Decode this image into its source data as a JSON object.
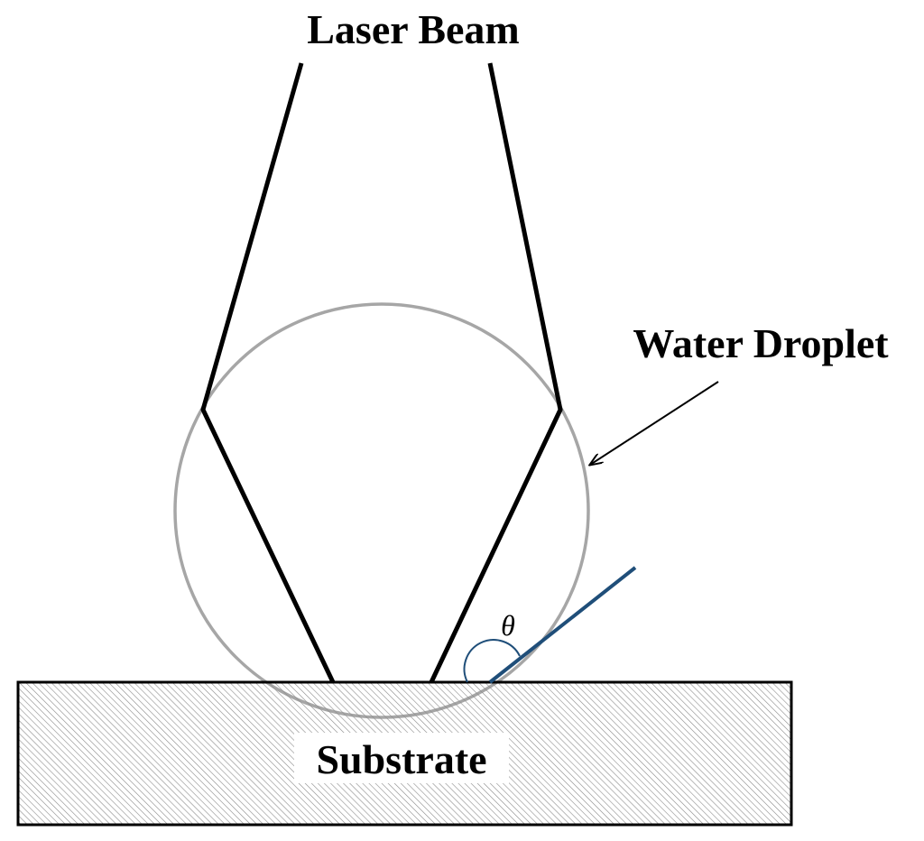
{
  "labels": {
    "laser_beam": "Laser Beam",
    "water_droplet": "Water Droplet",
    "substrate": "Substrate",
    "contact_angle": "θ"
  },
  "colors": {
    "beam": "#000000",
    "droplet": "#a6a6a6",
    "tangent": "#1f4e79",
    "substrate_border": "#000000",
    "hatch": "#8c8c8c"
  }
}
